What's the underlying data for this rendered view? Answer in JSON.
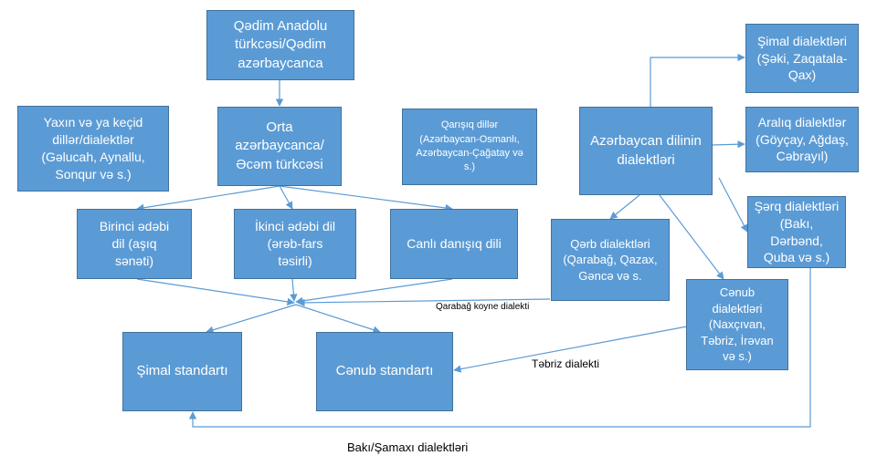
{
  "diagram": {
    "nodes": {
      "qedim": "Qədim Anadolu\ntürkcəsi/Qədim\nazərbaycanca",
      "yaxin": "Yaxın və ya keçid\ndillər/dialektlər\n(Gəlucah, Aynallu,\nSonqur və s.)",
      "orta": "Orta\nazərbaycanca/\nƏcəm türkcəsi",
      "qarisiq": "Qarışıq dillər\n(Azərbaycan-Osmanlı,\nAzərbaycan-Çağatay və\ns.)",
      "birinci": "Birinci ədəbi\ndil (aşıq\nsənəti)",
      "ikinci": "İkinci ədəbi dil\n(ərəb-fars\ntəsirli)",
      "canli": "Canlı danışıq dili",
      "az_dialekt": "Azərbaycan dilinin\ndialektləri",
      "simal_dialekt": "Şimal dialektləri\n(Şəki, Zaqatala-\nQax)",
      "araliq": "Aralıq dialektlər\n(Göyçay, Ağdaş,\nCəbrayıl)",
      "serq": "Şərq dialektləri\n(Bakı, Dərbənd,\nQuba və s.)",
      "qerb": "Qərb dialektləri\n(Qarabağ, Qazax,\nGəncə və s.",
      "cenub_dialekt": "Cənub\ndialektləri\n(Naxçıvan,\nTəbriz, İrəvan\nvə s.)",
      "simal_standart": "Şimal standartı",
      "cenub_standart": "Cənub standartı"
    },
    "labels": {
      "qarabag_koyne": "Qarabağ koyne dialekti",
      "tebriz": "Təbriz dialekti",
      "baki_semaxi": "Bakı/Şamaxı dialektləri"
    }
  }
}
